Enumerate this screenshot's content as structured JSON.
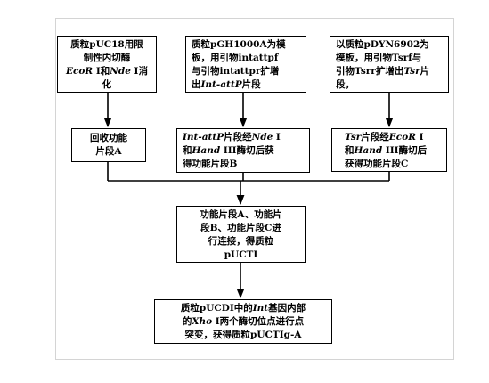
{
  "boxes": {
    "top_left": {
      "lines": [
        [
          "质粒pUC18用限"
        ],
        [
          "制性内切酶"
        ],
        [
          {
            "t": "EcoR",
            "i": true
          },
          " I和",
          {
            "t": "Nde",
            "i": true
          },
          " I消"
        ],
        [
          "化"
        ]
      ]
    },
    "top_middle": {
      "lines": [
        [
          "质粒pGH1000A为模"
        ],
        [
          "板，用引物intattpf"
        ],
        [
          "与引物intattpr扩增"
        ],
        [
          "出",
          {
            "t": "Int-attP",
            "i": true
          },
          "片段"
        ]
      ]
    },
    "top_right": {
      "lines": [
        [
          "以质粒pDYN6902为"
        ],
        [
          "模板，用引物Tsrf与"
        ],
        [
          "引物Tsrr扩增出",
          {
            "t": "Tsr",
            "i": true
          },
          "片"
        ],
        [
          "段，"
        ]
      ]
    },
    "mid_left": {
      "lines": [
        [
          "回收功能"
        ],
        [
          "片段A"
        ]
      ]
    },
    "mid_middle": {
      "lines": [
        [
          {
            "t": "Int-attP",
            "i": true
          },
          "片段经",
          {
            "t": "Nde",
            "i": true
          },
          " I"
        ],
        [
          "和",
          {
            "t": "Hand",
            "i": true
          },
          " III酶切后获"
        ],
        [
          "得功能片段B"
        ]
      ]
    },
    "mid_right": {
      "lines": [
        [
          {
            "t": "Tsr",
            "i": true
          },
          "片段经",
          {
            "t": "EcoR",
            "i": true
          },
          " I"
        ],
        [
          "和",
          {
            "t": "Hand",
            "i": true
          },
          " III酶切后"
        ],
        [
          "获得功能片段C"
        ]
      ]
    },
    "ligation": {
      "lines": [
        [
          "功能片段A、功能片"
        ],
        [
          "段B、功能片段C进"
        ],
        [
          "行连接，得质粒"
        ],
        [
          "pUCTI"
        ]
      ]
    },
    "final": {
      "lines": [
        [
          "质粒pUCDI中的",
          {
            "t": "Int",
            "i": true
          },
          "基因内部"
        ],
        [
          "的",
          {
            "t": "Xho",
            "i": true
          },
          " I两个酶切位点进行点"
        ],
        [
          "突变，获得质粒pUCTIg-A"
        ]
      ]
    }
  }
}
